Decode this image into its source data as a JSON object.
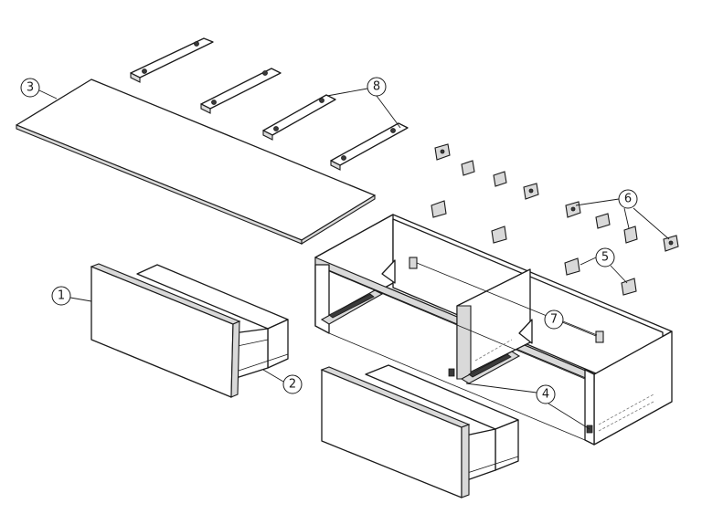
{
  "diagram": {
    "type": "exploded-assembly",
    "callouts": [
      {
        "label": "1",
        "part": "drawer-front-left"
      },
      {
        "label": "2",
        "part": "drawer-box-left"
      },
      {
        "label": "3",
        "part": "top-panel"
      },
      {
        "label": "4",
        "part": "drawer-runners"
      },
      {
        "label": "5",
        "part": "hanging-brackets"
      },
      {
        "label": "6",
        "part": "connector-fittings"
      },
      {
        "label": "7",
        "part": "divider-bracket"
      },
      {
        "label": "8",
        "part": "mounting-slats"
      }
    ]
  }
}
